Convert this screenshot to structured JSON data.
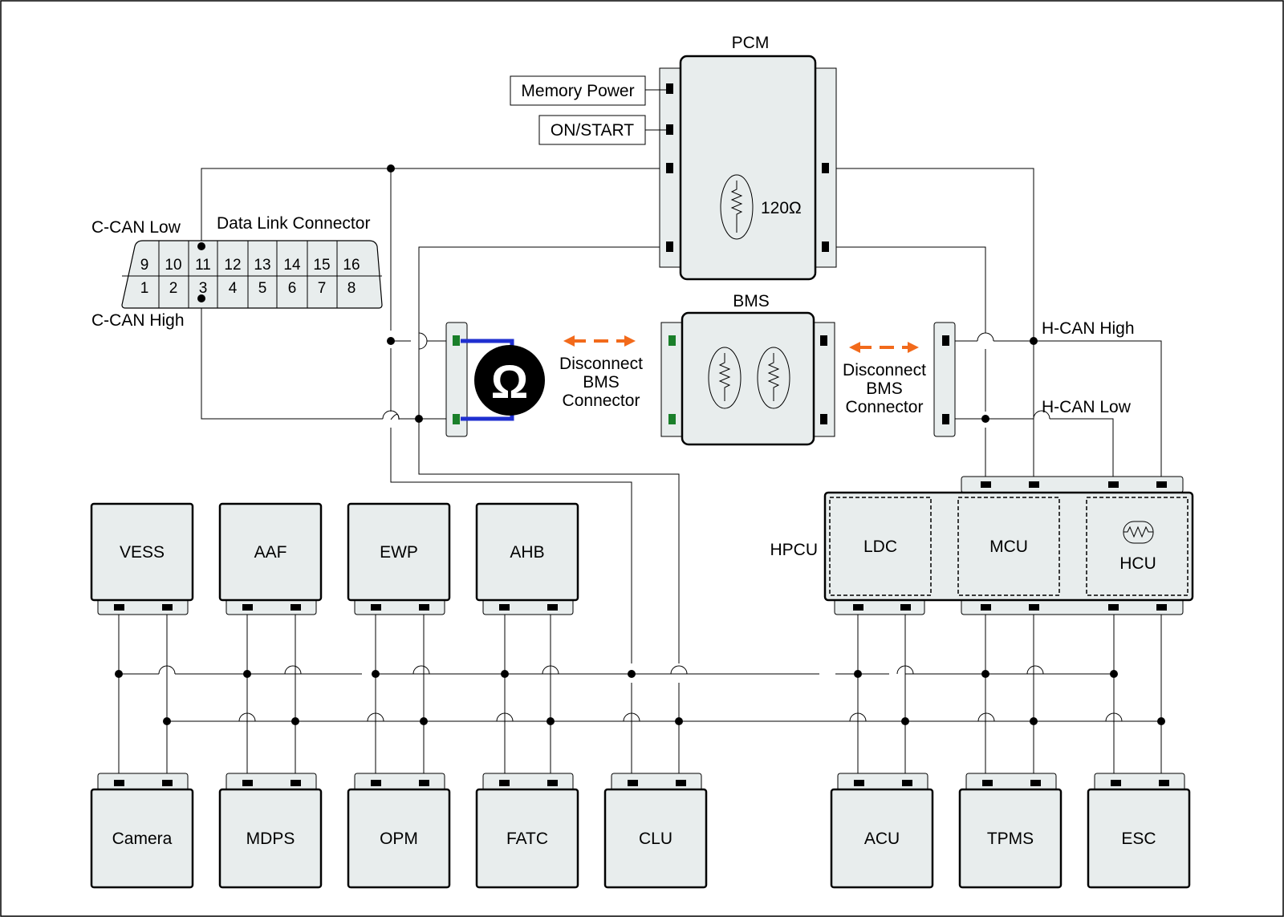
{
  "pcm": {
    "title": "PCM",
    "resistor": "120Ω"
  },
  "power": {
    "memory": "Memory Power",
    "on_start": "ON/START"
  },
  "dlc": {
    "title": "Data Link Connector",
    "can_low": "C-CAN Low",
    "can_high": "C-CAN High",
    "top_pins": [
      "9",
      "10",
      "11",
      "12",
      "13",
      "14",
      "15",
      "16"
    ],
    "bottom_pins": [
      "1",
      "2",
      "3",
      "4",
      "5",
      "6",
      "7",
      "8"
    ]
  },
  "bms": {
    "title": "BMS"
  },
  "meter": {
    "symbol": "Ω"
  },
  "disconnect_left": {
    "line1": "Disconnect",
    "line2": "BMS",
    "line3": "Connector"
  },
  "disconnect_right": {
    "line1": "Disconnect",
    "line2": "BMS",
    "line3": "Connector"
  },
  "hcan": {
    "high": "H-CAN High",
    "low": "H-CAN Low"
  },
  "hpcu": {
    "title": "HPCU",
    "ldc": "LDC",
    "mcu": "MCU",
    "hcu": "HCU"
  },
  "upper_modules": [
    "VESS",
    "AAF",
    "EWP",
    "AHB"
  ],
  "lower_modules": [
    "Camera",
    "MDPS",
    "OPM",
    "FATC",
    "CLU",
    "ACU",
    "TPMS",
    "ESC"
  ],
  "colors": {
    "arrow": "#f26a1b",
    "probe": "#1f2fd0",
    "terminal_green": "#1a7f2a",
    "box_fill": "#e8eded"
  }
}
